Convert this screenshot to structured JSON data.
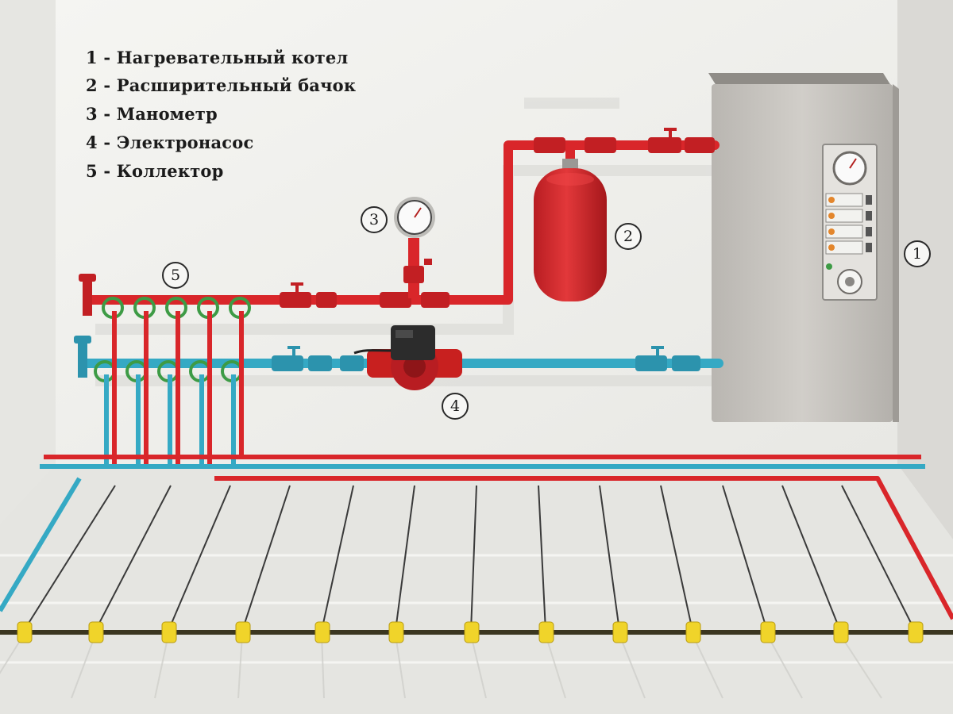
{
  "legend": {
    "items": [
      "1 - Нагревательный котел",
      "2 - Расширительный бачок",
      "3 - Манометр",
      "4 - Электронасос",
      "5 - Коллектор"
    ]
  },
  "callouts": [
    "1",
    "2",
    "3",
    "4",
    "5"
  ],
  "colors": {
    "wall": "#f2f2ef",
    "side_wall": "#dcdcd8",
    "floor": "#e4e4e0",
    "supply_pipe": "#d9262a",
    "return_pipe": "#35a9c4",
    "fitting_green": "#3d9b45",
    "boiler": "#c9c6c1",
    "tank": "#d8262a",
    "pump_body": "#c8201f",
    "pump_motor": "#2c2c2c",
    "rod": "#3a3a3a",
    "clip": "#f0d42a"
  }
}
